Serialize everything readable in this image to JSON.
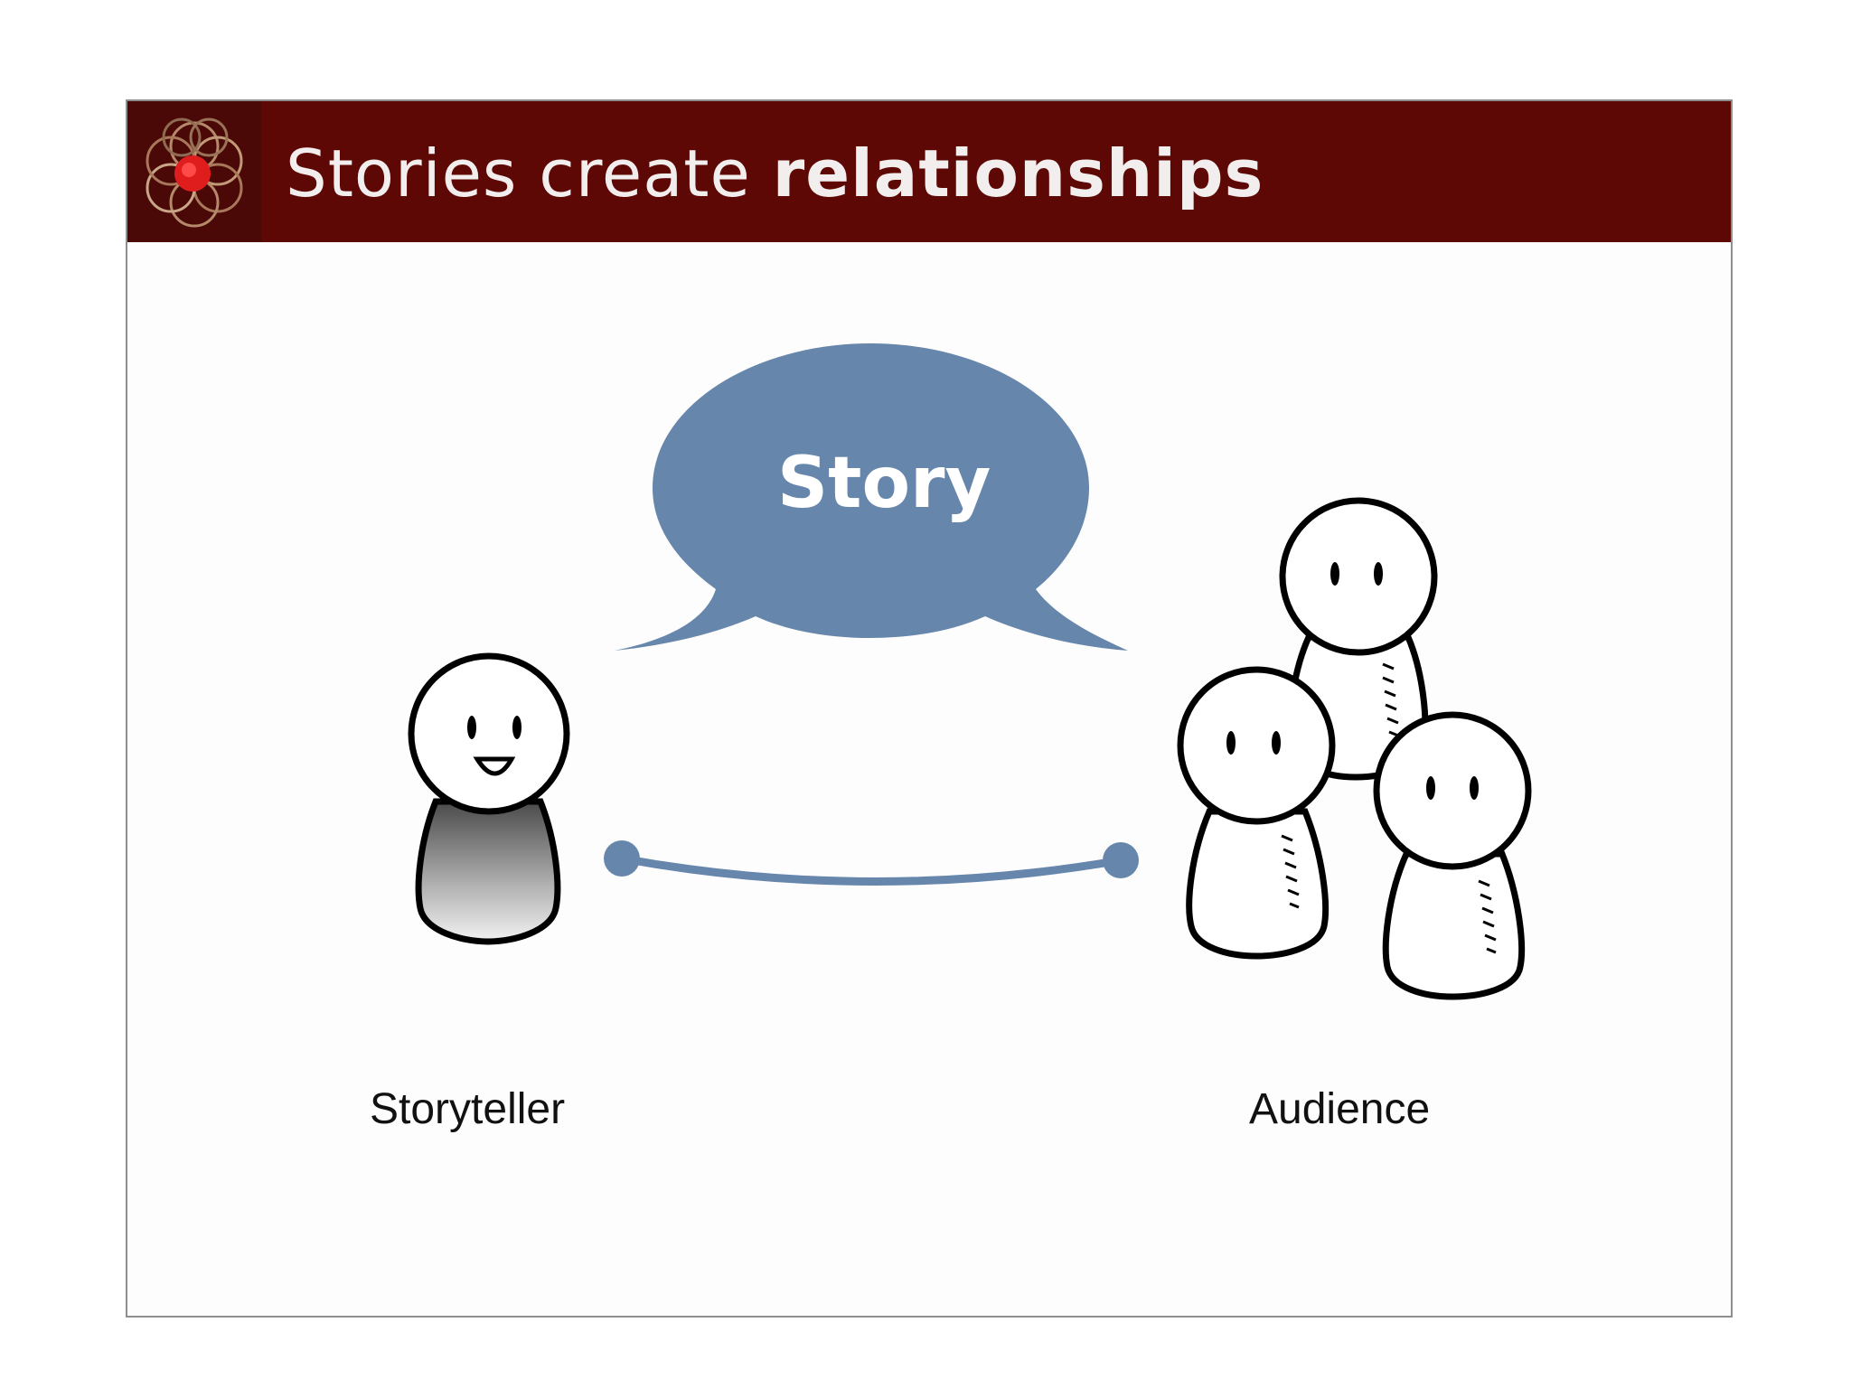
{
  "slide": {
    "title_regular": "Stories create ",
    "title_bold": "relationships",
    "bubble_label": "Story",
    "left_label": "Storyteller",
    "right_label": "Audience"
  },
  "colors": {
    "title_bar": "#5e0805",
    "bubble": "#6786ac",
    "connector": "#6786ac"
  },
  "icons": {
    "logo": "flower-rings-logo"
  }
}
